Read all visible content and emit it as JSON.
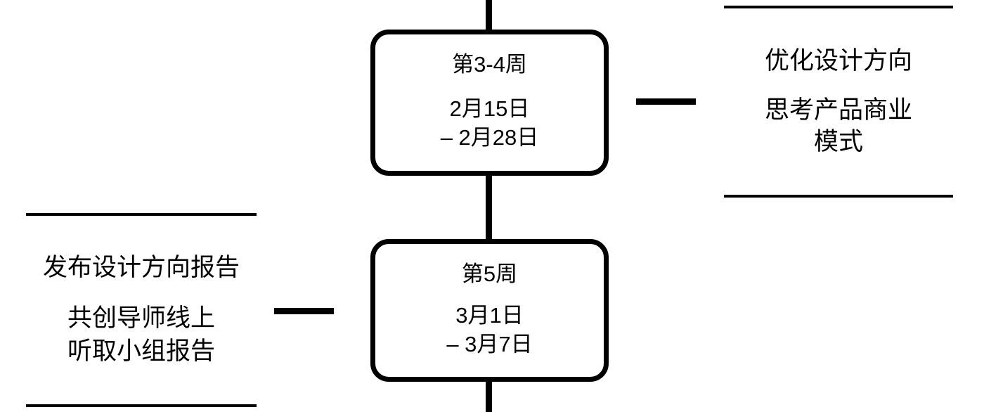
{
  "diagram": {
    "type": "vertical-timeline",
    "line_color": "#000000",
    "background_color": "#ffffff"
  },
  "milestones": [
    {
      "id": "week-3-4",
      "title": "第3-4周",
      "date_start": "2月15日",
      "date_end": "– 2月28日"
    },
    {
      "id": "week-5",
      "title": "第5周",
      "date_start": "3月1日",
      "date_end": "– 3月7日"
    }
  ],
  "annotations": [
    {
      "id": "annotation-right",
      "side": "right",
      "lines": [
        "优化设计方向",
        "思考产品商业",
        "模式"
      ]
    },
    {
      "id": "annotation-left",
      "side": "left",
      "lines": [
        "发布设计方向报告",
        "共创导师线上",
        "听取小组报告"
      ]
    }
  ]
}
